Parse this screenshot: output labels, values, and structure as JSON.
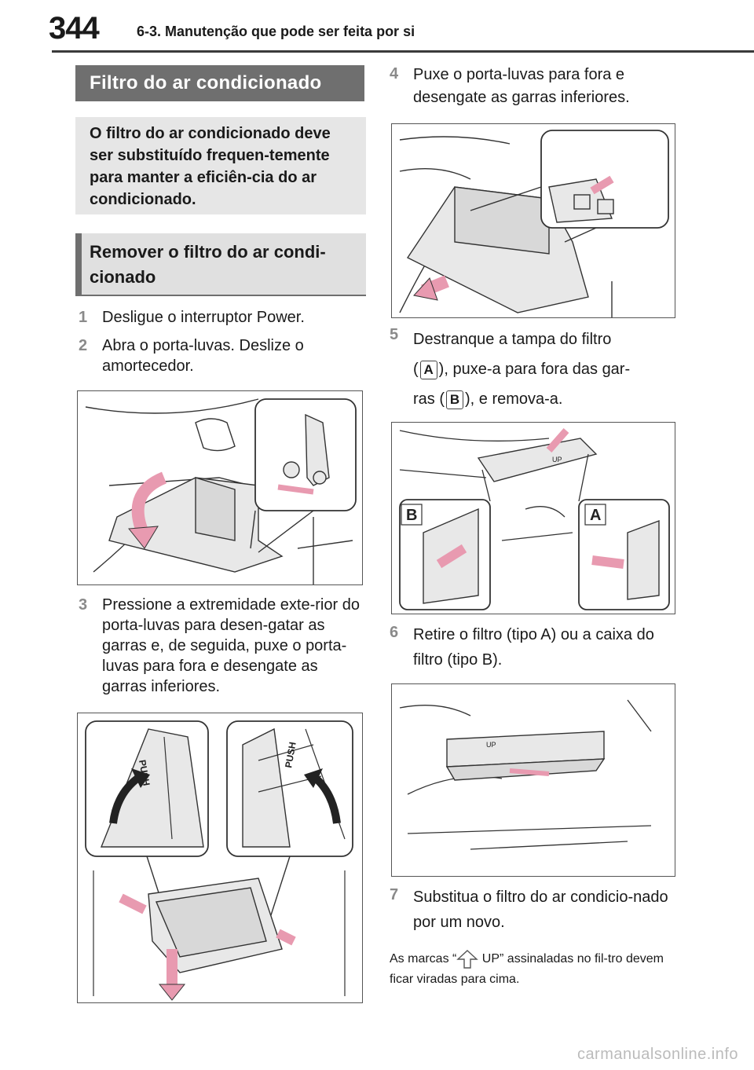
{
  "header": {
    "page_number": "344",
    "section_title": "6-3. Manutenção que pode ser feita por si"
  },
  "left": {
    "heading": "Filtro do ar condicionado",
    "intro": "O filtro do ar condicionado deve ser substituído frequen-temente para manter a eficiên-cia do ar condicionado.",
    "subheading": "Remover o filtro do ar condi-cionado",
    "steps": [
      {
        "num": "1",
        "text": "Desligue o interruptor Power."
      },
      {
        "num": "2",
        "text": "Abra o porta-luvas. Deslize o amortecedor."
      },
      {
        "num": "3",
        "text": "Pressione a extremidade exte-rior do porta-luvas para desen-gatar as garras e, de seguida, puxe o porta-luvas para fora e desengate as garras inferiores."
      }
    ]
  },
  "right": {
    "steps": [
      {
        "num": "4",
        "text": "Puxe o porta-luvas para fora e desengate as garras inferiores."
      },
      {
        "num": "5",
        "text_a": "Destranque a tampa do filtro",
        "text_b": "(",
        "label_a": "A",
        "text_c": "), puxe-a para fora das gar-",
        "text_d": "ras (",
        "label_b": "B",
        "text_e": "), e remova-a."
      },
      {
        "num": "6",
        "text": "Retire o filtro (tipo A) ou a caixa do filtro (tipo B)."
      },
      {
        "num": "7",
        "text": "Substitua o filtro do ar condicio-nado por um novo."
      }
    ],
    "note_a": "As marcas “",
    "note_b": " UP” assinaladas no fil-tro devem ficar viradas para cima."
  },
  "figures": {
    "fig3_push_left": "PUSH",
    "fig3_push_right": "PUSH",
    "fig5_label_b": "B",
    "fig5_label_a": "A",
    "fig5_up": "UP",
    "fig6_up": "UP"
  },
  "footer": {
    "url": "carmanualsonline.info"
  },
  "colors": {
    "heading_bg": "#6f6f6f",
    "intro_bg": "#e6e6e6",
    "arrow_pink": "#e89ab0",
    "step_number": "#8a8a8a"
  }
}
